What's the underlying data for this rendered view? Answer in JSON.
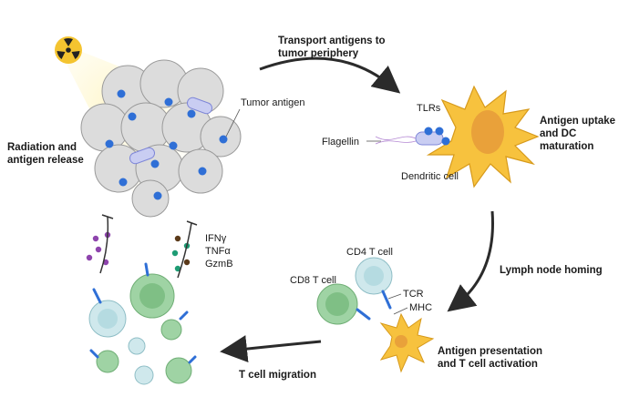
{
  "labels": {
    "transport": "Transport antigens to\ntumor periphery",
    "tumor_antigen": "Tumor antigen",
    "radiation": "Radiation and\nantigen release",
    "tlrs": "TLRs",
    "antigen_uptake": "Antigen uptake\nand DC maturation",
    "flagellin": "Flagellin",
    "dendritic_cell": "Dendritic cell",
    "lymph_node": "Lymph node homing",
    "cd4": "CD4 T cell",
    "cd8": "CD8 T cell",
    "tcr": "TCR",
    "mhc": "MHC",
    "antigen_presentation": "Antigen presentation\nand T cell activation",
    "t_cell_migration": "T cell migration",
    "ifng": "IFNγ",
    "tnfa": "TNFα",
    "gzmb": "GzmB"
  },
  "colors": {
    "arrow": "#2b2b2b",
    "tumor_cell": "#dcdcdc",
    "antigen_dot": "#2f6fd6",
    "dendritic_cell": "#f7c23e",
    "dc_nucleus": "#e9a13a",
    "bacteria": "#c9cdf2",
    "cd8_cell": "#9fd3a4",
    "cd4_cell": "#cfe8ec",
    "radiation_yellow": "#f4c430"
  },
  "icons": [
    "radiation-icon",
    "bacteria-icon",
    "antigen-dot-icon"
  ]
}
